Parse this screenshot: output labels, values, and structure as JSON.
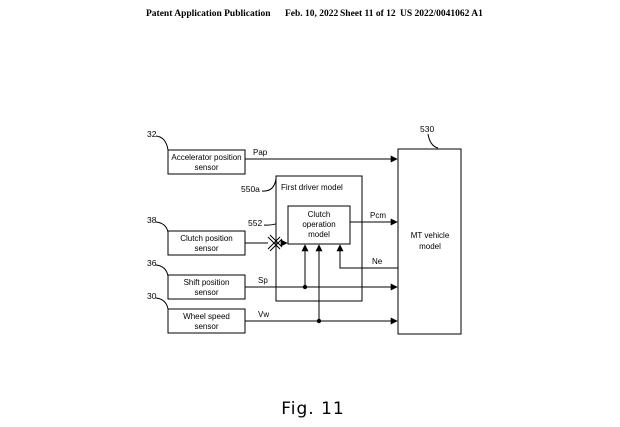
{
  "header": {
    "publication": "Patent Application Publication",
    "date": "Feb. 10, 2022",
    "sheet": "Sheet 11 of 12",
    "number": "US 2022/0041062 A1"
  },
  "blocks": {
    "accel": {
      "ref": "32",
      "line1": "Accelerator position",
      "line2": "sensor"
    },
    "clutch_sensor": {
      "ref": "38",
      "line1": "Clutch position",
      "line2": "sensor"
    },
    "shift": {
      "ref": "36",
      "line1": "Shift position",
      "line2": "sensor"
    },
    "wheel": {
      "ref": "30",
      "line1": "Wheel speed",
      "line2": "sensor"
    },
    "driver_model": {
      "ref": "550a",
      "title": "First driver model"
    },
    "clutch_model": {
      "ref": "552",
      "line1": "Clutch",
      "line2": "operation",
      "line3": "model"
    },
    "mt_model": {
      "ref": "530",
      "line1": "MT vehicle",
      "line2": "model"
    }
  },
  "signals": {
    "pap": "Pap",
    "pcm": "Pcm",
    "ne": "Ne",
    "sp": "Sp",
    "vw": "Vw"
  },
  "figure_label": "Fig. 11"
}
